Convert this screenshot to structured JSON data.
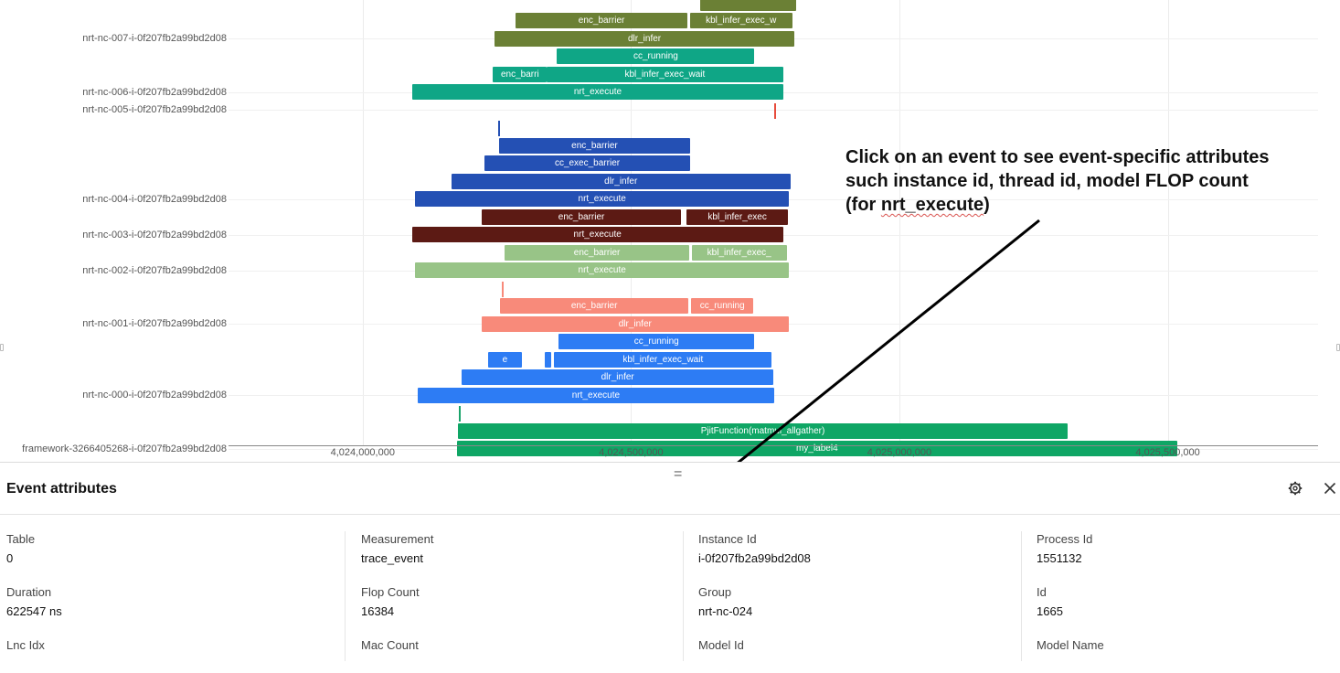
{
  "tracks": [
    {
      "label": "nrt-nc-007-i-0f207fb2a99bd2d08",
      "row": 1
    },
    {
      "label": "nrt-nc-006-i-0f207fb2a99bd2d08",
      "row": 4
    },
    {
      "label": "nrt-nc-005-i-0f207fb2a99bd2d08",
      "row": 5
    },
    {
      "label": "nrt-nc-004-i-0f207fb2a99bd2d08",
      "row": 10
    },
    {
      "label": "nrt-nc-003-i-0f207fb2a99bd2d08",
      "row": 12
    },
    {
      "label": "nrt-nc-002-i-0f207fb2a99bd2d08",
      "row": 14
    },
    {
      "label": "nrt-nc-001-i-0f207fb2a99bd2d08",
      "row": 17
    },
    {
      "label": "nrt-nc-000-i-0f207fb2a99bd2d08",
      "row": 21
    },
    {
      "label": "framework-3266405268-i-0f207fb2a99bd2d08",
      "row": 24
    }
  ],
  "events": [
    {
      "row": -1,
      "start": 4024628000,
      "end": 4024807000,
      "label": "",
      "color": "#6b8035"
    },
    {
      "row": 0,
      "start": 4024285000,
      "end": 4024605000,
      "label": "enc_barrier",
      "color": "#6b8035"
    },
    {
      "row": 0,
      "start": 4024610000,
      "end": 4024800000,
      "label": "kbl_infer_exec_w",
      "color": "#6b8035"
    },
    {
      "row": 1,
      "start": 4024245000,
      "end": 4024805000,
      "label": "dlr_infer",
      "color": "#6b8035"
    },
    {
      "row": 2,
      "start": 4024362000,
      "end": 4024730000,
      "label": "cc_running",
      "color": "#0fa686"
    },
    {
      "row": 3,
      "start": 4024243000,
      "end": 4024343000,
      "label": "enc_barri",
      "color": "#0fa686"
    },
    {
      "row": 3,
      "start": 4024343000,
      "end": 4024783000,
      "label": "kbl_infer_exec_wait",
      "color": "#0fa686"
    },
    {
      "row": 4,
      "start": 4024092000,
      "end": 4024784000,
      "label": "nrt_execute",
      "color": "#0fa686"
    },
    {
      "row": 5,
      "start": 4024766500,
      "end": 4024769500,
      "label": "",
      "color": "#e74c3c",
      "tick": true
    },
    {
      "row": 6,
      "start": 4024252000,
      "end": 4024255000,
      "label": "",
      "color": "#2450b4",
      "tick": true
    },
    {
      "row": 7,
      "start": 4024254000,
      "end": 4024610000,
      "label": "enc_barrier",
      "color": "#2450b4"
    },
    {
      "row": 8,
      "start": 4024227000,
      "end": 4024610000,
      "label": "cc_exec_barrier",
      "color": "#2450b4"
    },
    {
      "row": 9,
      "start": 4024165000,
      "end": 4024797000,
      "label": "dlr_infer",
      "color": "#2450b4"
    },
    {
      "row": 10,
      "start": 4024098000,
      "end": 4024794000,
      "label": "nrt_execute",
      "color": "#2450b4"
    },
    {
      "row": 11,
      "start": 4024222000,
      "end": 4024593000,
      "label": "enc_barrier",
      "color": "#5c1a14"
    },
    {
      "row": 11,
      "start": 4024603000,
      "end": 4024793000,
      "label": "kbl_infer_exec",
      "color": "#5c1a14"
    },
    {
      "row": 12,
      "start": 4024092000,
      "end": 4024783000,
      "label": "nrt_execute",
      "color": "#5c1a14"
    },
    {
      "row": 13,
      "start": 4024265000,
      "end": 4024608000,
      "label": "enc_barrier",
      "color": "#98c487"
    },
    {
      "row": 13,
      "start": 4024613000,
      "end": 4024790000,
      "label": "kbl_infer_exec_",
      "color": "#98c487"
    },
    {
      "row": 14,
      "start": 4024098000,
      "end": 4024794000,
      "label": "nrt_execute",
      "color": "#98c487"
    },
    {
      "row": 15,
      "start": 4024259000,
      "end": 4024262000,
      "label": "",
      "color": "#f88a7a",
      "tick": true
    },
    {
      "row": 16,
      "start": 4024256000,
      "end": 4024607000,
      "label": "enc_barrier",
      "color": "#f88a7a"
    },
    {
      "row": 16,
      "start": 4024612000,
      "end": 4024728000,
      "label": "cc_running",
      "color": "#f88a7a"
    },
    {
      "row": 17,
      "start": 4024221000,
      "end": 4024794000,
      "label": "dlr_infer",
      "color": "#f88a7a"
    },
    {
      "row": 18,
      "start": 4024365000,
      "end": 4024730000,
      "label": "cc_running",
      "color": "#2d7cf4"
    },
    {
      "row": 19,
      "start": 4024233000,
      "end": 4024297000,
      "label": "e",
      "color": "#2d7cf4"
    },
    {
      "row": 19,
      "start": 4024340000,
      "end": 4024351000,
      "label": "",
      "color": "#2d7cf4"
    },
    {
      "row": 19,
      "start": 4024357000,
      "end": 4024762000,
      "label": "kbl_infer_exec_wait",
      "color": "#2d7cf4"
    },
    {
      "row": 20,
      "start": 4024185000,
      "end": 4024765000,
      "label": "dlr_infer",
      "color": "#2d7cf4"
    },
    {
      "row": 21,
      "start": 4024103000,
      "end": 4024766000,
      "label": "nrt_execute",
      "color": "#2d7cf4"
    },
    {
      "row": 22,
      "start": 4024180000,
      "end": 4024183000,
      "label": "",
      "color": "#1aa46a",
      "tick": true
    },
    {
      "row": 23,
      "start": 4024178000,
      "end": 4025313000,
      "label": "PjitFunction(matmul_allgather)",
      "color": "#0fa665"
    },
    {
      "row": 24,
      "start": 4024175000,
      "end": 4025518000,
      "label": "my_label4",
      "color": "#0fa665"
    }
  ],
  "axis": {
    "range": [
      4023750000,
      4025780000
    ],
    "ticks": [
      {
        "value": 4024000000,
        "label": "4,024,000,000"
      },
      {
        "value": 4024500000,
        "label": "4,024,500,000"
      },
      {
        "value": 4025000000,
        "label": "4,025,000,000"
      },
      {
        "value": 4025500000,
        "label": "4,025,500,000"
      }
    ]
  },
  "annotation": {
    "line1": "Click on an event to see event-specific attributes",
    "line2": "such instance id, thread id, model FLOP count",
    "line3_pre": "(for ",
    "line3_term": "nrt_execute",
    "line3_post": ")"
  },
  "panel": {
    "title": "Event attributes",
    "handle": "=",
    "settings_icon": "gear-icon",
    "close_icon": "close-icon",
    "attributes": [
      {
        "label": "Table",
        "value": "0"
      },
      {
        "label": "Measurement",
        "value": "trace_event"
      },
      {
        "label": "Instance Id",
        "value": "i-0f207fb2a99bd2d08"
      },
      {
        "label": "Process Id",
        "value": "1551132"
      },
      {
        "label": "Duration",
        "value": "622547 ns"
      },
      {
        "label": "Flop Count",
        "value": "16384"
      },
      {
        "label": "Group",
        "value": "nrt-nc-024"
      },
      {
        "label": "Id",
        "value": "1665"
      },
      {
        "label": "Lnc Idx",
        "value": ""
      },
      {
        "label": "Mac Count",
        "value": ""
      },
      {
        "label": "Model Id",
        "value": ""
      },
      {
        "label": "Model Name",
        "value": ""
      }
    ]
  }
}
